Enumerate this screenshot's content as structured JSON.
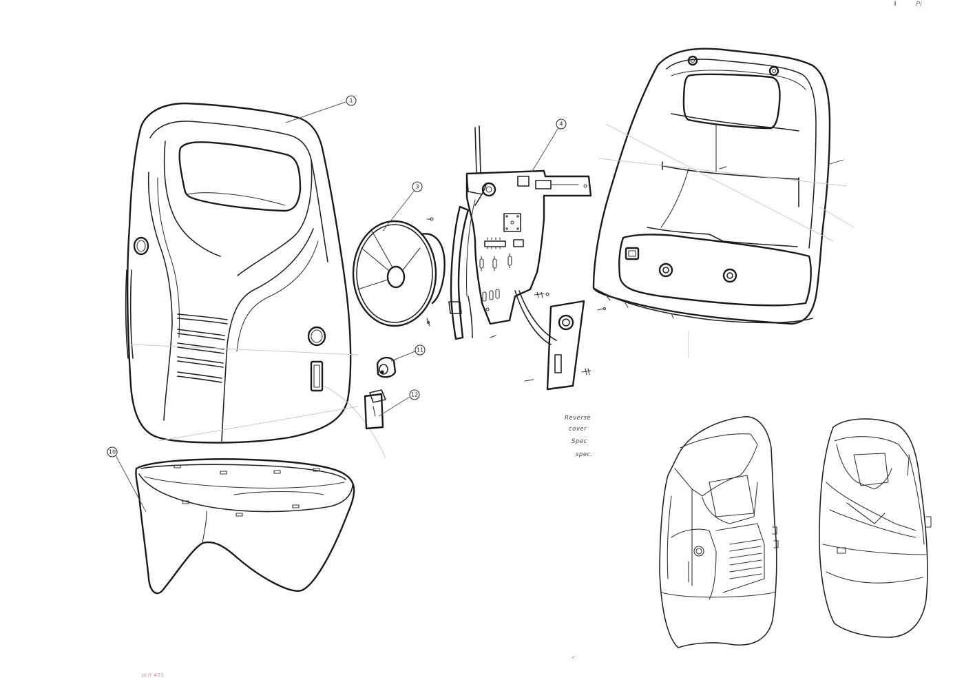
{
  "drawing": {
    "corner_text": "Pi",
    "callouts": [
      {
        "label": "1"
      },
      {
        "label": "3"
      },
      {
        "label": "4"
      },
      {
        "label": "10"
      },
      {
        "label": "11"
      },
      {
        "label": "12"
      }
    ],
    "notes": [
      "Reverse",
      "cover",
      "Spec",
      "spec."
    ],
    "footer_text": "pr.rt #21"
  }
}
